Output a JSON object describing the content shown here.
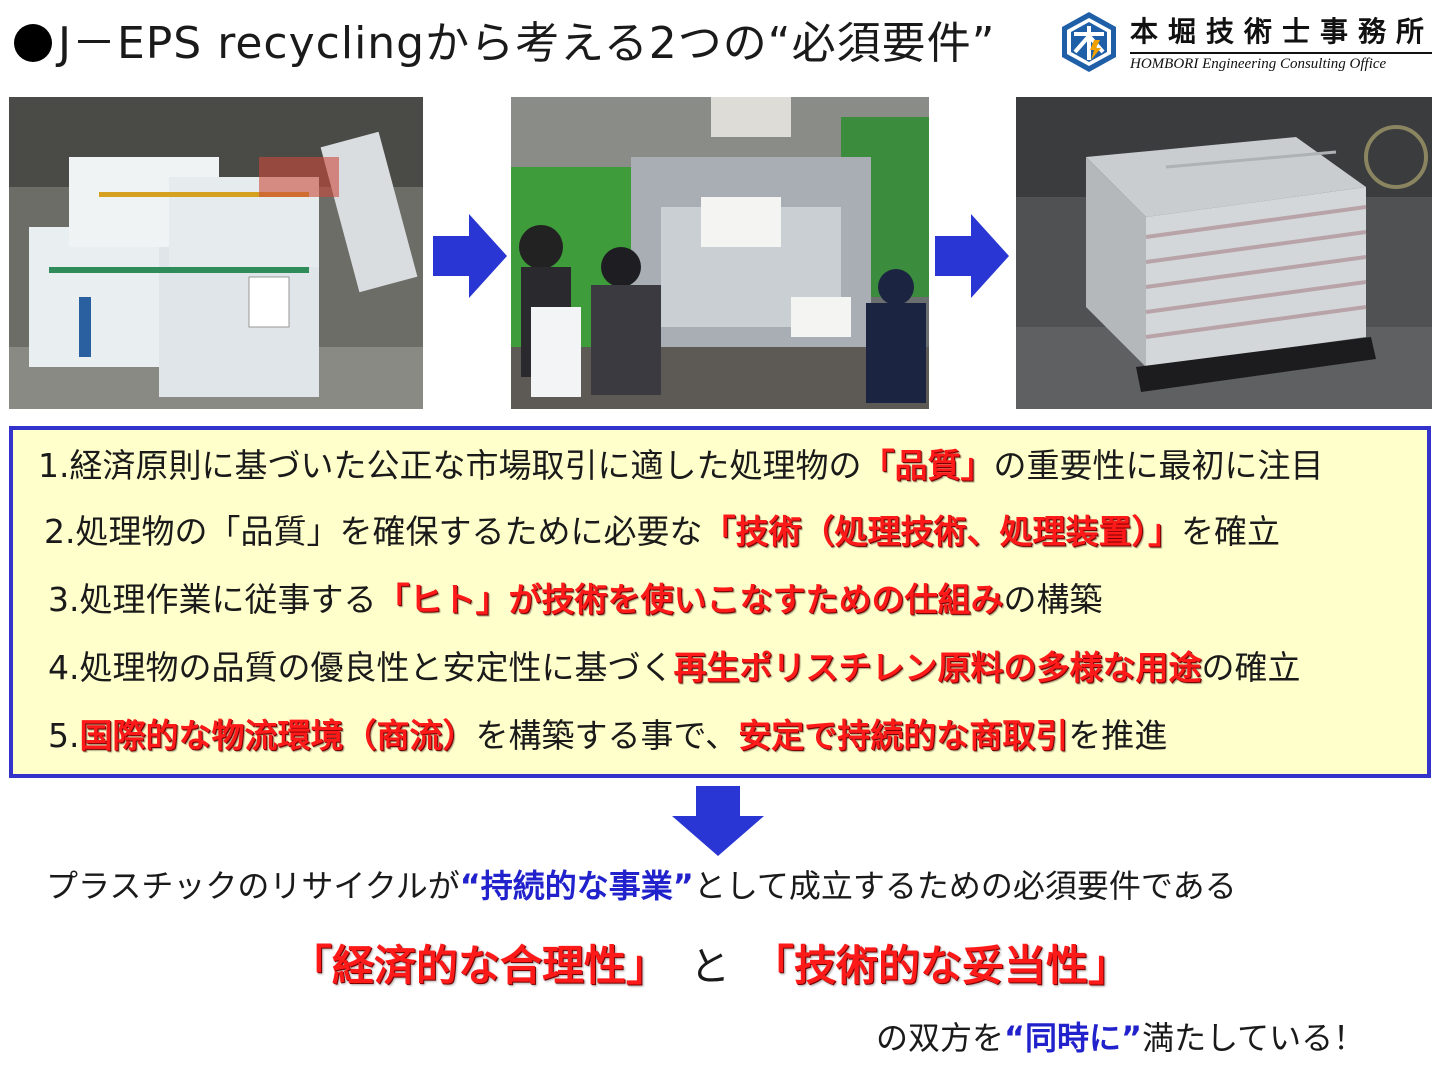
{
  "title": {
    "lead": "J－EPS recyclingから考える2つの“必須要件”"
  },
  "logo": {
    "name_jp": "本堀技術士事務所",
    "name_en": "HOMBORI Engineering Consulting Office",
    "colors": {
      "blue": "#1f5fa8",
      "accent": "#f0a000"
    }
  },
  "photos": [
    {
      "name": "eps-boxes-photo",
      "icon": "photo-eps-boxes"
    },
    {
      "name": "processing-machine-photo",
      "icon": "photo-processing-machine"
    },
    {
      "name": "recycled-ingots-photo",
      "icon": "photo-recycled-ingots"
    }
  ],
  "requirements": [
    {
      "num": "1.",
      "a": "経済原則に基づいた公正な市場取引に適した処理物の",
      "h1": "「品質」",
      "b": "の重要性に最初に注目",
      "h2": "",
      "c": ""
    },
    {
      "num": "2.",
      "a": "処理物の「品質」を確保するために必要な",
      "h1": "「技術（処理技術、処理装置）」",
      "b": "を確立",
      "h2": "",
      "c": ""
    },
    {
      "num": "3.",
      "a": "処理作業に従事する",
      "h1": "「ヒト」が技術を使いこなすための仕組み",
      "b": "の構築",
      "h2": "",
      "c": ""
    },
    {
      "num": "4.",
      "a": "処理物の品質の優良性と安定性に基づく",
      "h1": "再生ポリスチレン原料の多様な用途",
      "b": "の確立",
      "h2": "",
      "c": ""
    },
    {
      "num": "5.",
      "a": "",
      "h1": "国際的な物流環境（商流）",
      "b": "を構築する事で、",
      "h2": "安定で持続的な商取引",
      "c": "を推進"
    }
  ],
  "conclusion": {
    "line1_a": "プラスチックのリサイクルが",
    "line1_b": "“持続的な事業”",
    "line1_c": "として成立するための必須要件である",
    "econ": "「経済的な合理性」",
    "to": "と",
    "tech": "「技術的な妥当性」",
    "line3_a": "の双方を",
    "line3_b": "“同時に”",
    "line3_c": "満たしている！"
  },
  "colors": {
    "highlight_red": "#ff1a1a",
    "blue": "#2222cc",
    "panel_bg": "#ffffcc",
    "panel_border": "#3333cc",
    "arrow": "#2a36d4"
  }
}
